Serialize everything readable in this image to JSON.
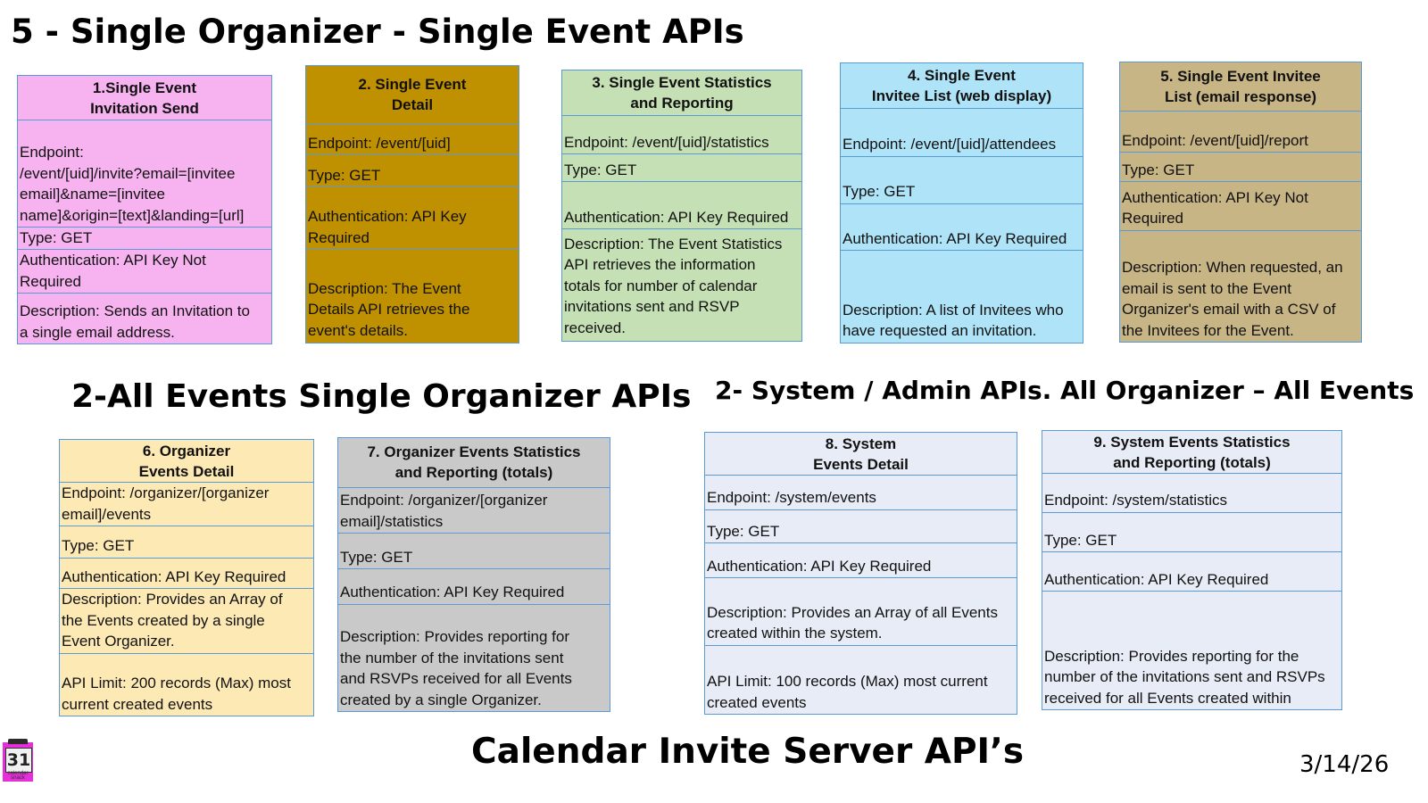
{
  "headings": {
    "top": "5 - Single Organizer - Single Event APIs",
    "middle_left": "2-All Events Single Organizer APIs",
    "middle_right": "2- System / Admin APIs. All Organizer – All Events",
    "bottom": "Calendar Invite Server API’s",
    "date": "3/14/26"
  },
  "logo": {
    "number": "31",
    "caption_line1": "calendar",
    "caption_line2": "snack"
  },
  "colors": {
    "card_border": "#5b9bd5",
    "card1": "#f7b3f0",
    "card2": "#bf9000",
    "card3": "#c5e0b4",
    "card4": "#aee3f8",
    "card5": "#c8b586",
    "card6": "#fde9b4",
    "card7": "#c9c9c9",
    "card8": "#e7ecf6",
    "card9": "#e7ecf6"
  },
  "cards": [
    {
      "title": [
        "1.Single Event",
        "Invitation Send"
      ],
      "rows": [
        [
          "Endpoint:",
          "/event/[uid]/invite?email=[invitee",
          "email]&name=[invitee",
          "name]&origin=[text]&landing=[url]"
        ],
        [
          "Type: GET"
        ],
        [
          "Authentication: API Key Not",
          "Required"
        ],
        [
          "Description: Sends an Invitation to",
          "a single email address."
        ]
      ]
    },
    {
      "title": [
        "2. Single Event",
        "Detail"
      ],
      "rows": [
        [
          "Endpoint: /event/[uid]"
        ],
        [
          "Type: GET"
        ],
        [
          "Authentication: API Key",
          "Required"
        ],
        [
          "Description: The Event",
          "Details API retrieves the",
          "event's details."
        ]
      ]
    },
    {
      "title": [
        "3. Single Event Statistics",
        "and Reporting"
      ],
      "rows": [
        [
          "Endpoint: /event/[uid]/statistics"
        ],
        [
          "Type: GET"
        ],
        [
          "Authentication: API Key Required"
        ],
        [
          "Description: The Event Statistics",
          "API retrieves the information",
          "totals for number of calendar",
          "invitations sent and RSVP",
          "received."
        ]
      ]
    },
    {
      "title": [
        "4. Single Event",
        "Invitee List (web display)"
      ],
      "rows": [
        [
          "Endpoint: /event/[uid]/attendees"
        ],
        [
          "Type: GET"
        ],
        [
          "Authentication: API Key Required"
        ],
        [
          "Description: A list of Invitees who",
          "have requested an invitation."
        ]
      ]
    },
    {
      "title": [
        "5. Single Event Invitee",
        "List (email response)"
      ],
      "rows": [
        [
          "Endpoint: /event/[uid]/report"
        ],
        [
          "Type: GET"
        ],
        [
          "Authentication: API Key Not",
          "Required"
        ],
        [
          "Description: When requested, an",
          "email is sent to the Event",
          "Organizer's email with a CSV of",
          "the Invitees for the Event."
        ]
      ]
    },
    {
      "title": [
        "6. Organizer",
        "Events Detail"
      ],
      "rows": [
        [
          "Endpoint: /organizer/[organizer",
          "email]/events"
        ],
        [
          "Type: GET"
        ],
        [
          "Authentication: API Key Required"
        ],
        [
          "Description: Provides an Array of",
          "the Events created by a single",
          "Event Organizer."
        ],
        [
          "API Limit: 200 records (Max) most",
          "current created events"
        ]
      ]
    },
    {
      "title": [
        "7. Organizer Events Statistics",
        "and Reporting (totals)"
      ],
      "rows": [
        [
          "Endpoint: /organizer/[organizer",
          "email]/statistics"
        ],
        [
          "Type: GET"
        ],
        [
          "Authentication: API Key Required"
        ],
        [
          "Description: Provides reporting for",
          "the number of the invitations sent",
          "and RSVPs received for all Events",
          "created by a single Organizer."
        ]
      ]
    },
    {
      "title": [
        "8. System",
        "Events Detail"
      ],
      "rows": [
        [
          "Endpoint: /system/events"
        ],
        [
          "Type: GET"
        ],
        [
          "Authentication: API Key Required"
        ],
        [
          "Description: Provides an Array of all Events",
          "created within the system."
        ],
        [
          "API Limit: 100 records (Max) most current",
          "created events"
        ]
      ]
    },
    {
      "title": [
        "9. System Events Statistics",
        "and Reporting (totals)"
      ],
      "rows": [
        [
          "Endpoint: /system/statistics"
        ],
        [
          "Type: GET"
        ],
        [
          "Authentication: API Key Required"
        ],
        [
          "Description: Provides reporting for the",
          "number of the invitations sent and RSVPs",
          "received for all Events created within"
        ]
      ]
    }
  ]
}
